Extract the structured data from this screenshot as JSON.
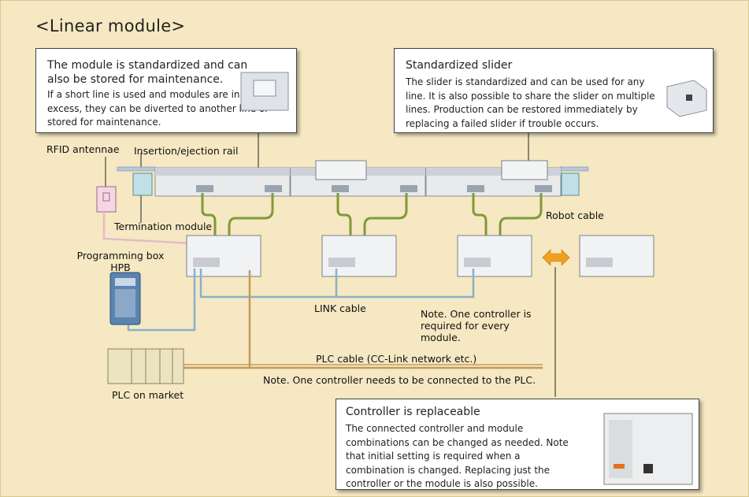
{
  "title": "<Linear module>",
  "callouts": {
    "module": {
      "heading": "The module is standardized and can also be stored for maintenance.",
      "body": "If a short line is used and modules are in excess, they can be diverted to another line or stored for maintenance."
    },
    "slider": {
      "heading": "Standardized slider",
      "body": "The slider is standardized and can be used for any line. It is also possible to share the slider on multiple lines. Production can be restored immediately by replacing a failed slider if trouble occurs."
    },
    "controller": {
      "heading": "Controller is replaceable",
      "body": "The connected controller and module combinations can be changed as needed. Note that initial setting is required when a combination is changed. Replacing just the controller or the module is also possible."
    }
  },
  "labels": {
    "rfid": "RFID antennae",
    "rail": "Insertion/ejection rail",
    "termination": "Termination module",
    "programming_box": "Programming box",
    "hpb": "HPB",
    "robot_cable": "Robot cable",
    "link_cable": "LINK cable",
    "note_controller": "Note. One controller is required for every module.",
    "plc_cable": "PLC cable (CC-Link network etc.)",
    "note_plc": "Note. One controller needs to be connected to the PLC.",
    "plc_market": "PLC on market"
  },
  "colors": {
    "background": "#f5e8c2",
    "robot_cable": "#7f9a3a",
    "link_cable": "#8ab0c8",
    "plc_cable": "#c49a5a",
    "arrow": "#f0a020"
  }
}
